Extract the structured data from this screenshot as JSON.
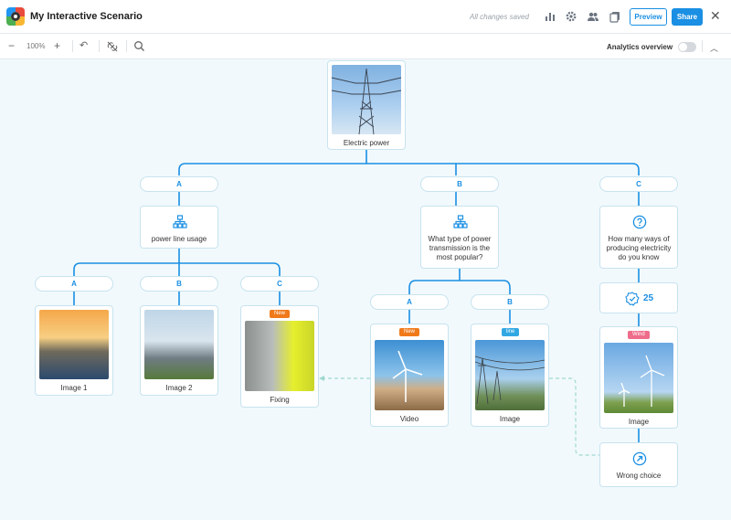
{
  "app": {
    "title": "My Interactive Scenario",
    "save_status": "All changes saved",
    "preview_label": "Preview",
    "share_label": "Share",
    "header_icons": [
      "bar-chart-icon",
      "gear-icon",
      "users-icon",
      "pages-icon"
    ]
  },
  "toolbar": {
    "zoom_level": "100%",
    "analytics_label": "Analytics overview",
    "analytics_enabled": false
  },
  "colors": {
    "accent": "#1a8fe3",
    "canvas_bg": "#f1f9fc",
    "badge_new": "#f07a1a",
    "badge_line": "#32a8e3",
    "badge_wind": "#ee6d8a"
  },
  "scenario": {
    "root": {
      "label": "Electric power",
      "image": "power-tower-photo"
    },
    "branch_a": {
      "choice": "A",
      "node": {
        "label": "power line usage",
        "icon": "sitemap-icon"
      },
      "choices": [
        {
          "choice": "A",
          "label": "Image 1",
          "image": "power-plant-solar-photo"
        },
        {
          "choice": "B",
          "label": "Image 2",
          "image": "substation-photo"
        },
        {
          "choice": "C",
          "label": "Fixing",
          "badge": "New",
          "image": "worker-tablet-photo"
        }
      ]
    },
    "branch_b": {
      "choice": "B",
      "node": {
        "label": "What type of power transmission is the most popular?",
        "icon": "sitemap-icon"
      },
      "choices": [
        {
          "choice": "A",
          "label": "Video",
          "badge": "New",
          "image": "wind-turbine-photo"
        },
        {
          "choice": "B",
          "label": "Image",
          "badge": "line",
          "image": "power-lines-photo"
        }
      ]
    },
    "branch_c": {
      "choice": "C",
      "node": {
        "label": "How many ways of producing electricity do you know",
        "icon": "question-icon"
      },
      "score": "25",
      "image_node": {
        "label": "Image",
        "badge": "Wind",
        "image": "wind-farm-photo"
      },
      "end_node": {
        "label": "Wrong choice",
        "icon": "arrow-up-right-circle-icon"
      }
    }
  }
}
